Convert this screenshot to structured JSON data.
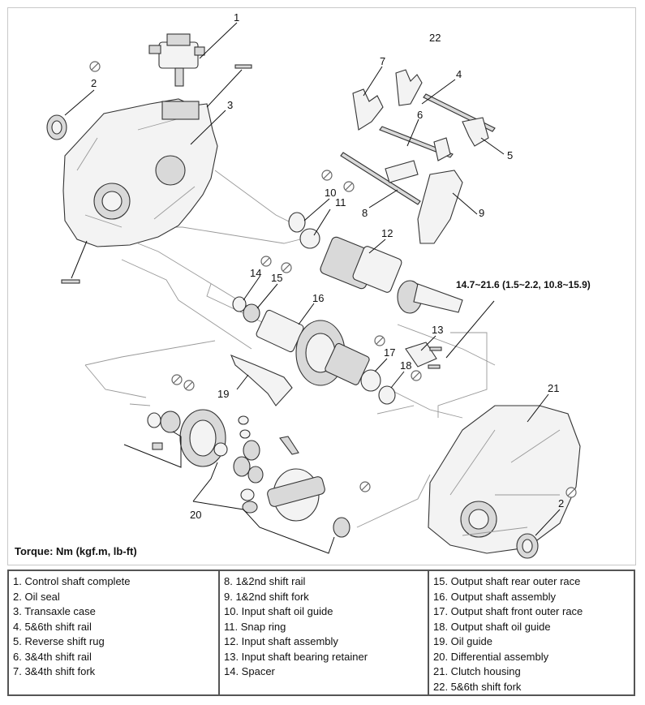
{
  "diagram": {
    "callouts": [
      "1",
      "2",
      "3",
      "4",
      "5",
      "6",
      "7",
      "8",
      "9",
      "10",
      "11",
      "12",
      "13",
      "14",
      "15",
      "16",
      "17",
      "18",
      "19",
      "20",
      "21",
      "22",
      "2"
    ],
    "torque_spec": "14.7~21.6 (1.5~2.2, 10.8~15.9)",
    "torque_note": "Torque: Nm (kgf.m, lb-ft)"
  },
  "legend": {
    "columns": [
      [
        "1. Control shaft complete",
        "2. Oil seal",
        "3. Transaxle case",
        "4. 5&6th shift rail",
        "5. Reverse shift rug",
        "6. 3&4th shift rail",
        "7. 3&4th shift fork"
      ],
      [
        "8. 1&2nd shift rail",
        "9. 1&2nd shift fork",
        "10. Input shaft oil guide",
        "11. Snap ring",
        "12. Input shaft assembly",
        "13. Input shaft bearing retainer",
        "14. Spacer"
      ],
      [
        "15. Output shaft rear outer race",
        "16. Output shaft assembly",
        "17. Output shaft front outer race",
        "18. Output shaft oil guide",
        "19. Oil guide",
        "20. Differential assembly",
        "21. Clutch housing",
        "22. 5&6th shift fork"
      ]
    ]
  }
}
